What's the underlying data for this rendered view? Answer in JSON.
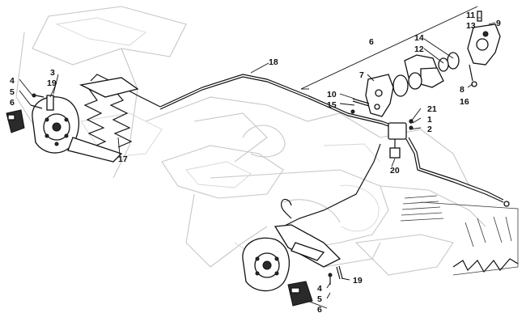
{
  "diagram": {
    "callouts": [
      "11",
      "13",
      "9",
      "6",
      "14",
      "12",
      "7",
      "10",
      "15",
      "8",
      "16",
      "18",
      "21",
      "1",
      "2",
      "20",
      "3",
      "19",
      "4",
      "5",
      "6",
      "17",
      "19",
      "4",
      "5",
      "6"
    ]
  }
}
